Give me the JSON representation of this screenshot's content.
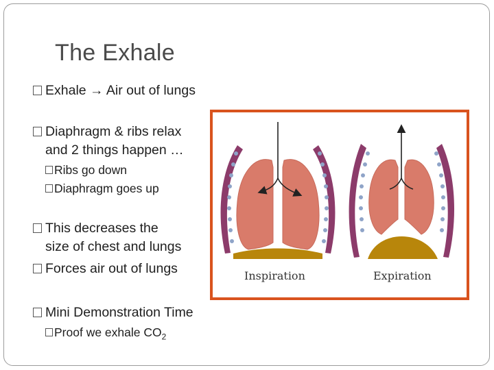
{
  "slide": {
    "title": "The Exhale",
    "bullets": [
      {
        "text": "Exhale → Air out of lungs"
      },
      {
        "text": "Diaphragm & ribs relax"
      },
      {
        "text": "and 2 things happen …"
      },
      {
        "text": "Ribs go down"
      },
      {
        "text": "Diaphragm goes up"
      },
      {
        "text": "This decreases the"
      },
      {
        "text": "size of chest and lungs"
      },
      {
        "text": "Forces air out of lungs"
      },
      {
        "text": "Mini Demonstration Time"
      },
      {
        "text": "Proof we exhale CO",
        "subscript": "2"
      }
    ]
  },
  "figure": {
    "captions": [
      "Inspiration",
      "Expiration"
    ],
    "border_color": "#d9531e",
    "colors": {
      "lung": "#d97b6a",
      "ribs": "#8c3b6a",
      "diaphragm": "#b8860b",
      "rib_dots": "#8fa4c8"
    }
  }
}
